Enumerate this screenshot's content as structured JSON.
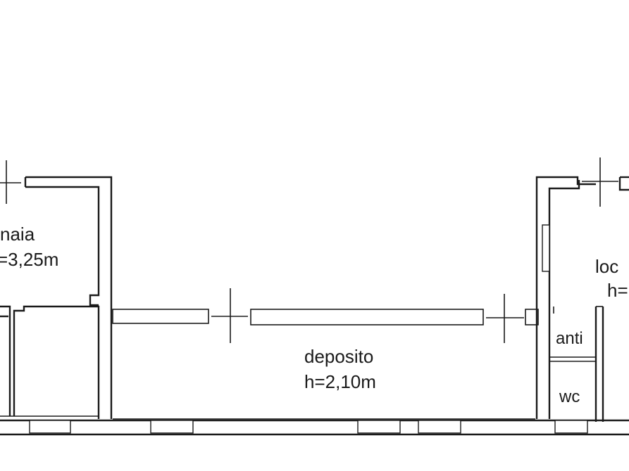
{
  "rooms": {
    "left_name": "naia",
    "left_height": "=3,25m",
    "center_name": "deposito",
    "center_height": "h=2,10m",
    "right_name": "loc",
    "right_height": "h=",
    "anti": "anti",
    "wc": "wc"
  },
  "colors": {
    "wall": "#1a1a1a",
    "background": "#ffffff"
  }
}
